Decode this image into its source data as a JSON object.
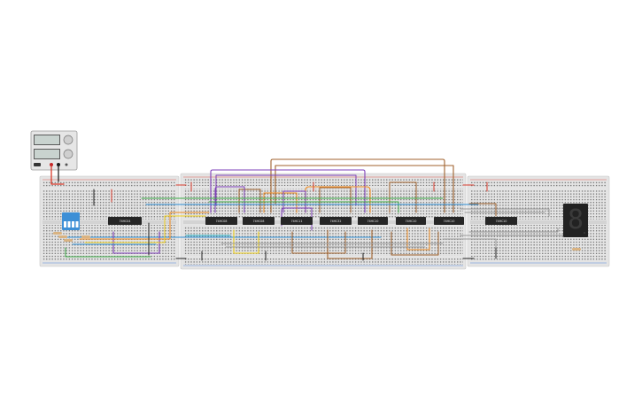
{
  "circuit": {
    "power_supply": {
      "label_text": "",
      "terminal_colors": [
        "#c62828",
        "#1a1a1a"
      ]
    },
    "chips": [
      {
        "label": "74HC04"
      },
      {
        "label": "74HC08"
      },
      {
        "label": "74HC08"
      },
      {
        "label": "74HC11"
      },
      {
        "label": "74HC32"
      },
      {
        "label": "74HC10"
      },
      {
        "label": "74HC10"
      },
      {
        "label": "74HC10"
      },
      {
        "label": "74HC10"
      }
    ],
    "dip_switch": {
      "positions": 4,
      "color": "#3d8fd6"
    },
    "seven_segment": {
      "digit": "8",
      "color": "#222222"
    },
    "wire_colors": {
      "red": "#d93a2b",
      "black": "#222222",
      "purple": "#7e3fb8",
      "brown": "#a0622d",
      "orange": "#ef8a1e",
      "yellow": "#f2d11b",
      "green": "#3aa845",
      "blue": "#2b8ed6",
      "gray": "#9a9a9a",
      "cyan": "#26b8d0"
    }
  }
}
